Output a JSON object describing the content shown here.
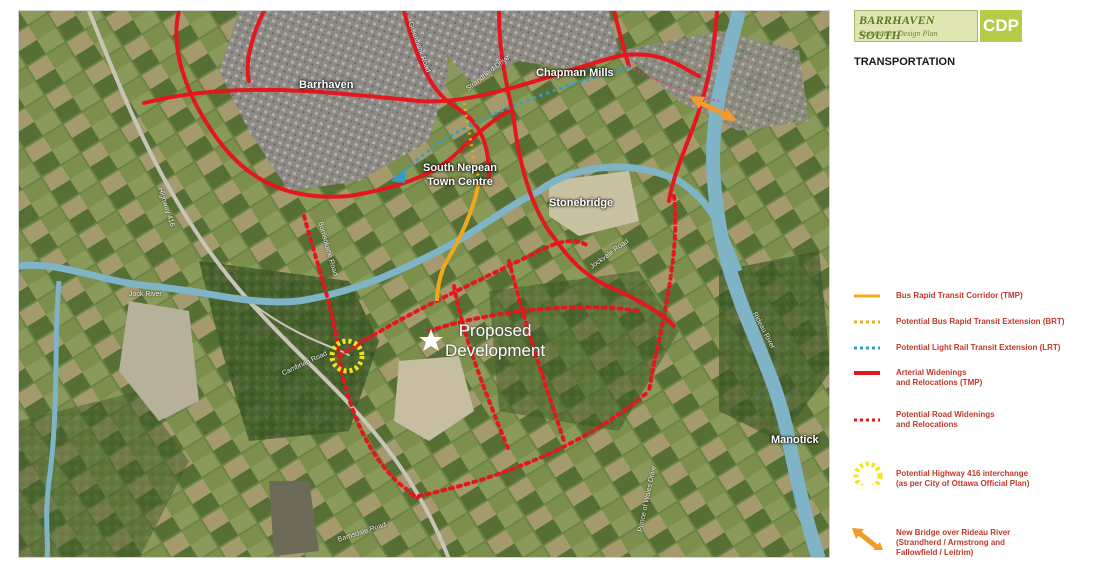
{
  "legend": {
    "brand_name": "BARRHAVEN SOUTH",
    "brand_sub": "Community Design Plan",
    "brand_badge": "CDP",
    "title": "TRANSPORTATION",
    "items": [
      {
        "id": "brt",
        "label": "Bus Rapid Transit Corridor (TMP)",
        "symbol": "line-solid",
        "color": "#f0a81e"
      },
      {
        "id": "brt-ext",
        "label": "Potential Bus Rapid Transit Extension (BRT)",
        "symbol": "line-dotted",
        "color": "#f0a81e"
      },
      {
        "id": "lrt-ext",
        "label": "Potential Light Rail Transit Extension (LRT)",
        "symbol": "line-dotted",
        "color": "#2f9fc4"
      },
      {
        "id": "arterial",
        "label": "Arterial Widenings\nand Relocations (TMP)",
        "symbol": "line-solid",
        "color": "#e3171d"
      },
      {
        "id": "road-ext",
        "label": "Potential Road Widenings\nand Relocations",
        "symbol": "line-dotted",
        "color": "#e3171d"
      },
      {
        "id": "interchange",
        "label": "Potential Highway 416 interchange\n(as per City of Ottawa Official Plan)",
        "symbol": "dashed-circle",
        "color": "#f5e61c"
      },
      {
        "id": "bridge",
        "label": "New Bridge over Rideau River\n(Strandherd / Armstrong and\nFallowfield / Leitrim)",
        "symbol": "double-arrow",
        "color": "#f39a2a"
      }
    ]
  },
  "map": {
    "labels": {
      "barrhaven": "Barrhaven",
      "chapman_mills": "Chapman Mills",
      "south_nepean": "South Nepean\nTown Centre",
      "stonebridge": "Stonebridge",
      "manotick": "Manotick",
      "jock_river": "Jock River",
      "rideau_river": "Rideau River",
      "cambrian_road": "Cambrian Road",
      "highway_416": "Highway 416",
      "greenbank_road": "Greenbank Road",
      "strandherd_drive": "Strandherd Drive",
      "jockvale_road": "Jockvale Road",
      "prince_of_wales": "Prince of Wales Drive",
      "barnsdale_road": "Barnsdale Road",
      "borrisokane_road": "Borrisokane Road"
    },
    "proposed_development": "Proposed\nDevelopment",
    "colors": {
      "arterial": "#e3171d",
      "road_ext": "#e3171d",
      "brt": "#f0a81e",
      "lrt": "#2f9fc4",
      "river": "#7fb3c6",
      "interchange": "#f5e61c",
      "bridge": "#f39a2a"
    }
  }
}
